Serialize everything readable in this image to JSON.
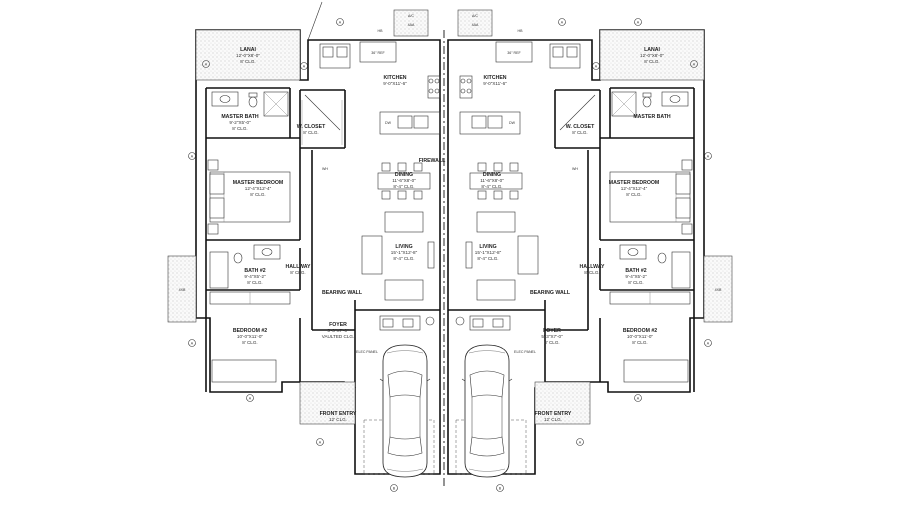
{
  "units": [
    {
      "side": "left",
      "rooms": [
        {
          "key": "lanai",
          "name": "LANAI",
          "dims": "12'-0\"X8'-0\"",
          "clg": "8' CLG."
        },
        {
          "key": "kitchen",
          "name": "KITCHEN",
          "dims": "9'-0\"X11'-6\"",
          "clg": ""
        },
        {
          "key": "master_bath",
          "name": "MASTER BATH",
          "dims": "9'-2\"X5'-0\"",
          "clg": "8' CLG."
        },
        {
          "key": "w_closet",
          "name": "W. CLOSET",
          "dims": "",
          "clg": "8' CLG."
        },
        {
          "key": "master_bedroom",
          "name": "MASTER BEDROOM",
          "dims": "12'-4\"X12'-4\"",
          "clg": "8' CLG."
        },
        {
          "key": "dining",
          "name": "DINING",
          "dims": "11'-6\"X8'-0\"",
          "clg": "8'-4\" CLG."
        },
        {
          "key": "living",
          "name": "LIVING",
          "dims": "15'-1\"X12'-8\"",
          "clg": "8'-4\" CLG."
        },
        {
          "key": "bath2",
          "name": "BATH #2",
          "dims": "9'-4\"X5'-2\"",
          "clg": "8' CLG."
        },
        {
          "key": "hallway",
          "name": "HALLWAY",
          "dims": "",
          "clg": "8' CLG."
        },
        {
          "key": "bedroom2",
          "name": "BEDROOM #2",
          "dims": "10'-0\"X11'-0\"",
          "clg": "8' CLG."
        },
        {
          "key": "foyer",
          "name": "FOYER",
          "dims": "5'-3\"X7'-0\"",
          "clg": "VAULTED CLG."
        },
        {
          "key": "front_entry",
          "name": "FRONT ENTRY",
          "dims": "",
          "clg": "12' CLG."
        }
      ],
      "bearing_wall": "BEARING WALL",
      "ac": "A/C",
      "ac_code": "4AA",
      "ref": "36\" REF",
      "dw": "DW",
      "wh": "WH",
      "elec": "ELEC PANEL",
      "hb": "HB",
      "side_code": "4XB"
    },
    {
      "side": "right",
      "rooms": [
        {
          "key": "lanai",
          "name": "LANAI",
          "dims": "12'-0\"X8'-0\"",
          "clg": "8' CLG."
        },
        {
          "key": "kitchen",
          "name": "KITCHEN",
          "dims": "9'-0\"X11'-6\"",
          "clg": ""
        },
        {
          "key": "master_bath",
          "name": "MASTER BATH",
          "dims": "",
          "clg": ""
        },
        {
          "key": "w_closet",
          "name": "W. CLOSET",
          "dims": "",
          "clg": "8' CLG."
        },
        {
          "key": "master_bedroom",
          "name": "MASTER BEDROOM",
          "dims": "12'-4\"X12'-4\"",
          "clg": "8' CLG."
        },
        {
          "key": "dining",
          "name": "DINING",
          "dims": "11'-6\"X8'-0\"",
          "clg": "8'-4\" CLG."
        },
        {
          "key": "living",
          "name": "LIVING",
          "dims": "15'-1\"X12'-8\"",
          "clg": "8'-4\" CLG."
        },
        {
          "key": "bath2",
          "name": "BATH #2",
          "dims": "9'-4\"X5'-2\"",
          "clg": "8' CLG."
        },
        {
          "key": "hallway",
          "name": "HALLWAY",
          "dims": "",
          "clg": "8' CLG."
        },
        {
          "key": "bedroom2",
          "name": "BEDROOM #2",
          "dims": "10'-0\"X11'-0\"",
          "clg": "8' CLG."
        },
        {
          "key": "foyer",
          "name": "FOYER",
          "dims": "5'-3\"X7'-0\"",
          "clg": "8' CLG."
        },
        {
          "key": "front_entry",
          "name": "FRONT ENTRY",
          "dims": "",
          "clg": "12' CLG."
        }
      ],
      "bearing_wall": "BEARING WALL",
      "ac": "A/C",
      "ac_code": "4AA",
      "ref": "36\" REF",
      "dw": "DW",
      "wh": "WH",
      "elec": "ELEC PANEL",
      "hb": "HB",
      "side_code": "4XB"
    }
  ],
  "firewall": "FIREWALL",
  "grid_marker": "A",
  "garage_marker": "B",
  "vent_marker": "WH"
}
